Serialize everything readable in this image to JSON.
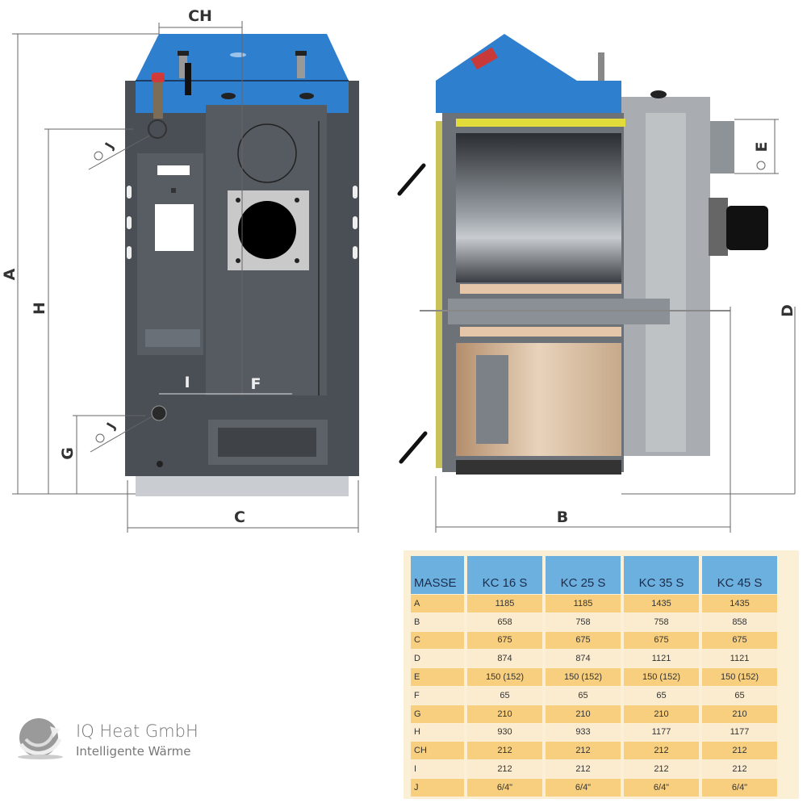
{
  "diagram": {
    "labels": {
      "ch": "CH",
      "a": "A",
      "h": "H",
      "g": "G",
      "j_upper": "J",
      "j_lower": "J",
      "i": "I",
      "f": "F",
      "c": "C",
      "b": "B",
      "d": "D",
      "e": "E"
    }
  },
  "table": {
    "headers": [
      "MASSE",
      "KC 16 S",
      "KC 25 S",
      "KC 35 S",
      "KC 45 S"
    ],
    "rows": [
      [
        "A",
        "1185",
        "1185",
        "1435",
        "1435"
      ],
      [
        "B",
        "658",
        "758",
        "758",
        "858"
      ],
      [
        "C",
        "675",
        "675",
        "675",
        "675"
      ],
      [
        "D",
        "874",
        "874",
        "1121",
        "1121"
      ],
      [
        "E",
        "150 (152)",
        "150 (152)",
        "150 (152)",
        "150 (152)"
      ],
      [
        "F",
        "65",
        "65",
        "65",
        "65"
      ],
      [
        "G",
        "210",
        "210",
        "210",
        "210"
      ],
      [
        "H",
        "930",
        "933",
        "1177",
        "1177"
      ],
      [
        "CH",
        "212",
        "212",
        "212",
        "212"
      ],
      [
        "I",
        "212",
        "212",
        "212",
        "212"
      ],
      [
        "J",
        "6/4\"",
        "6/4\"",
        "6/4\"",
        "6/4\""
      ]
    ]
  },
  "logo": {
    "company": "IQ Heat GmbH",
    "tagline": "Intelligente Wärme"
  },
  "colors": {
    "blue": "#2f7fcf",
    "body": "#4a4f56",
    "header": "#6cb0e0",
    "row_orange": "#f8cf7e",
    "row_light": "#fbecd0"
  }
}
